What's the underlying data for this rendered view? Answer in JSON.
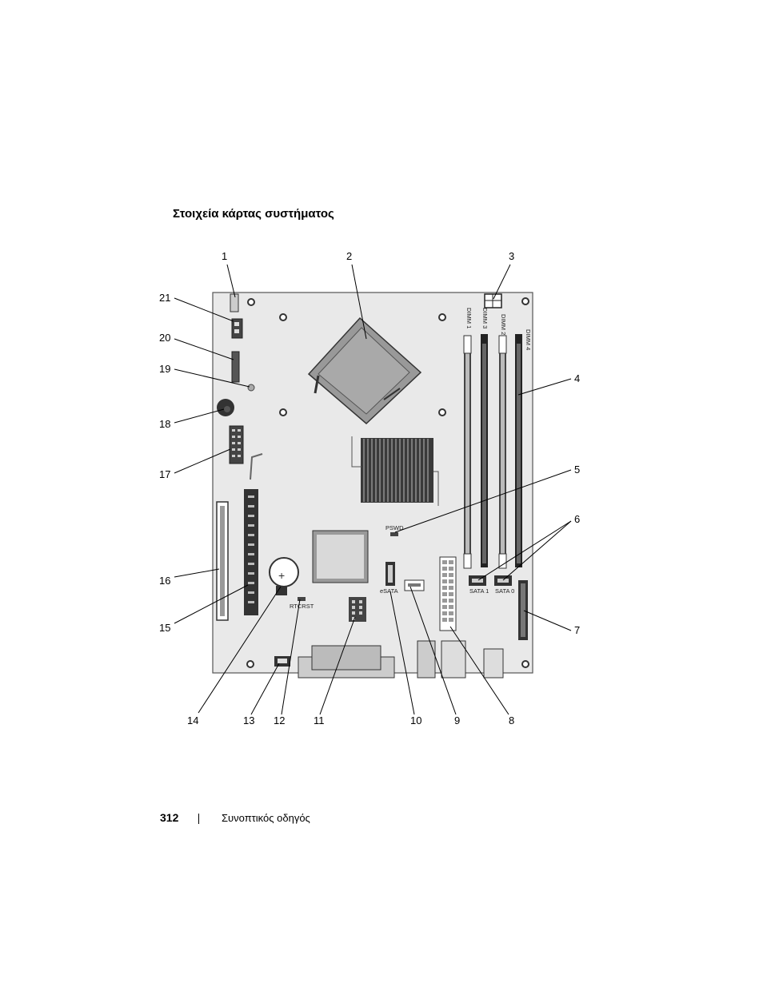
{
  "title": "Στοιχεία κάρτας συστήματος",
  "footer": {
    "page_number": "312",
    "guide_name": "Συνοπτικός οδηγός"
  },
  "callouts": [
    "1",
    "2",
    "3",
    "4",
    "5",
    "6",
    "7",
    "8",
    "9",
    "10",
    "11",
    "12",
    "13",
    "14",
    "15",
    "16",
    "17",
    "18",
    "19",
    "20",
    "21"
  ],
  "board_labels": {
    "dimm1": "DIMM 1",
    "dimm2": "DIMM 2",
    "dimm3": "DIMM 3",
    "dimm4": "DIMM 4",
    "pswd": "PSWD",
    "esata": "eSATA",
    "sata1": "SATA 1",
    "sata0": "SATA 0",
    "rtcrst": "RTCRST"
  },
  "colors": {
    "board": "#e9e9e9",
    "board_outline": "#555555",
    "component_dark": "#3a3a3a",
    "component_mid": "#8a8a8a",
    "component_light": "#cfcfcf"
  }
}
